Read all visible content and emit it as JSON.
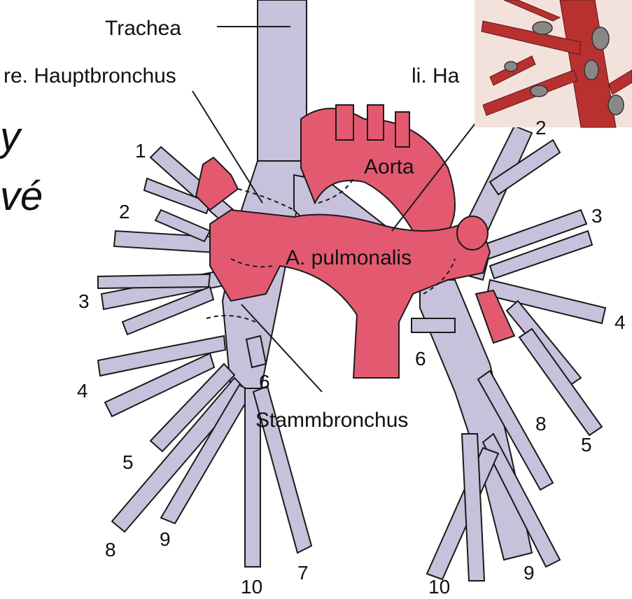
{
  "labels": {
    "trachea": "Trachea",
    "right_main_bronchus": "re. Hauptbronchus",
    "left_main_bronchus": "li. Ha",
    "aorta": "Aorta",
    "pulmonary_artery": "A. pulmonalis",
    "stem_bronchus": "Stammbronchus"
  },
  "side_text": {
    "line1": "y",
    "line2": "vé"
  },
  "segments_right": [
    "1",
    "2",
    "3",
    "4",
    "5",
    "6",
    "7",
    "8",
    "9",
    "10"
  ],
  "segments_left": [
    "2",
    "3",
    "4",
    "5",
    "6",
    "8",
    "9",
    "10"
  ],
  "colors": {
    "bronchi": "#c7c1dc",
    "vessels": "#e35a70",
    "outline": "#1a1a1a",
    "inset_bg": "#f3e2dc",
    "inset_vessel": "#b8302f",
    "inset_stone": "#8c8787"
  }
}
